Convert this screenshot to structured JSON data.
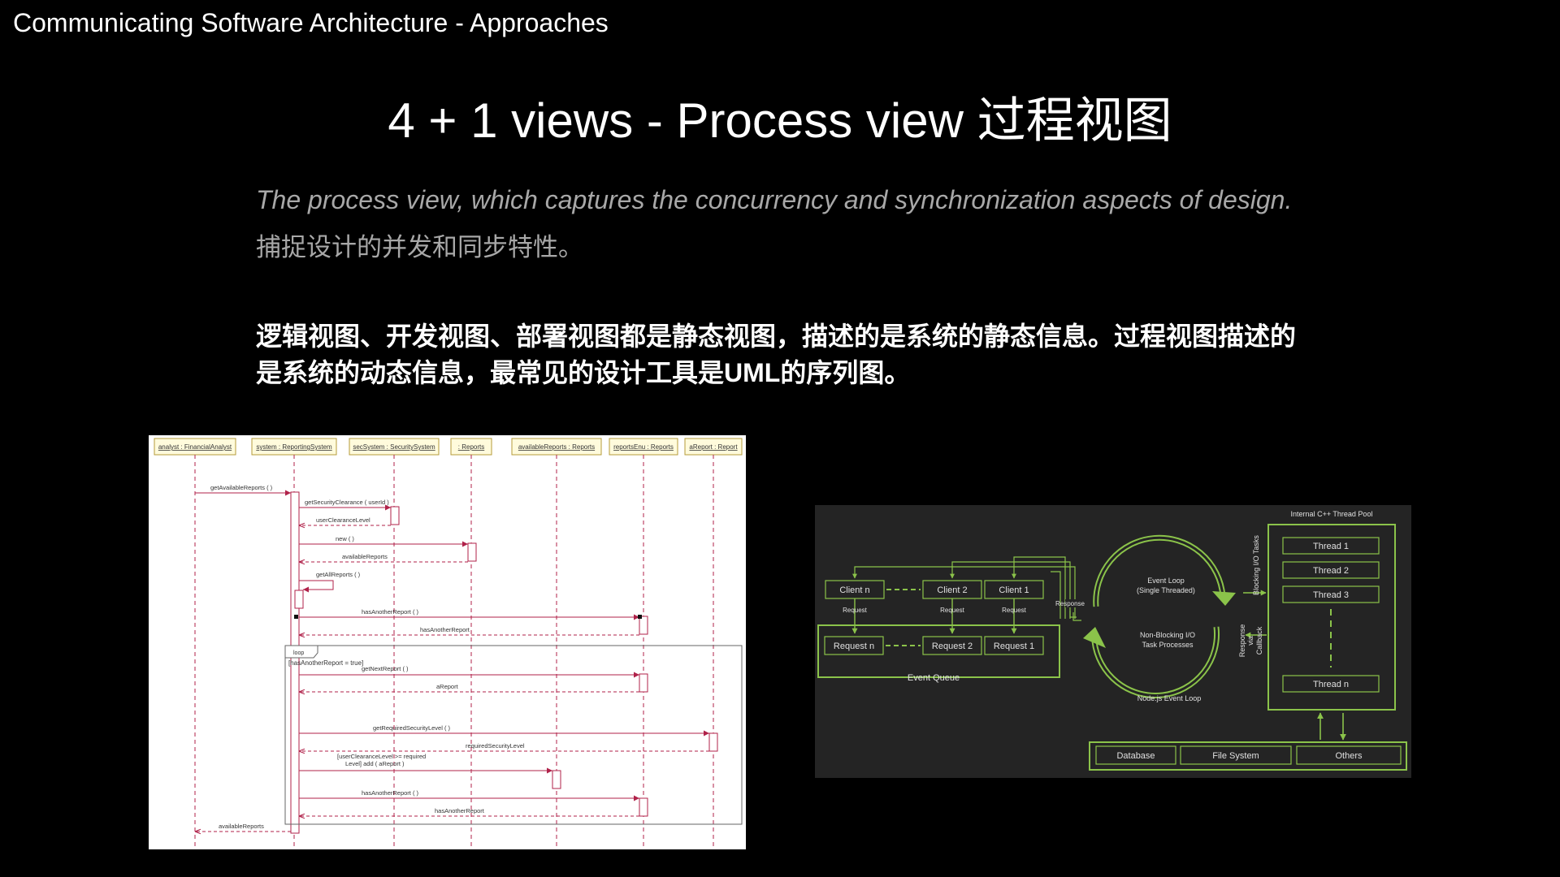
{
  "header": {
    "deck_title": "Communicating Software Architecture - Approaches"
  },
  "slide": {
    "title": "4 + 1 views - Process view 过程视图",
    "desc_en": "The process view, which captures the concurrency and synchronization aspects of design.",
    "desc_zh": "捕捉设计的并发和同步特性。",
    "paragraph_line1": "逻辑视图、开发视图、部署视图都是静态视图，描述的是系统的静态信息。过程视图描述的",
    "paragraph_line2": "是系统的动态信息，最常见的设计工具是UML的序列图。"
  },
  "sequence_diagram": {
    "lifelines": [
      "analyst : FinancialAnalyst",
      "system : ReportingSystem",
      "secSystem : SecuritySystem",
      ": Reports",
      "availableReports : Reports",
      "reportsEnu : Reports",
      "aReport : Report"
    ],
    "messages": {
      "m1": "getAvailableReports ( )",
      "m2": "getSecurityClearance ( userId )",
      "m3": "userClearanceLevel",
      "m4": "new ( )",
      "m5": "availableReports",
      "m6": "getAllReports ( )",
      "m7": "hasAnotherReport ( )",
      "m8": "hasAnotherReport",
      "loop_label": "loop",
      "guard": "[hasAnotherReport = true]",
      "m9": "getNextReport ( )",
      "m10": "aReport",
      "m11": "getRequiredSecurityLevel ( )",
      "m12": "requiredSecurityLevel",
      "m13a": "[userClearanceLevel >= required",
      "m13b": "Level] add ( aReport )",
      "m14": "hasAnotherReport ( )",
      "m15": "hasAnotherReport",
      "m16": "availableReports"
    },
    "colors": {
      "arrow": "#b0224a",
      "lifeline": "#b0224a",
      "header_fill": "#fffbdc"
    }
  },
  "event_loop_diagram": {
    "thread_pool_title": "Internal C++ Thread Pool",
    "threads": [
      "Thread 1",
      "Thread 2",
      "Thread 3",
      "Thread n"
    ],
    "blocking_label": "Blocking I/O Tasks",
    "response_via_callback_1": "Response",
    "response_via_callback_2": "via",
    "response_via_callback_3": "Callback",
    "clients": [
      "Client n",
      "Client 2",
      "Client 1"
    ],
    "request_label": "Request",
    "response_label": "Response",
    "requests": [
      "Request n",
      "Request 2",
      "Request 1"
    ],
    "event_queue": "Event Queue",
    "event_loop_1": "Event Loop",
    "event_loop_2": "(Single Threaded)",
    "non_blocking_1": "Non-Blocking I/O",
    "non_blocking_2": "Task Processes",
    "node_loop": "Node.js Event Loop",
    "resources": [
      "Database",
      "File System",
      "Others"
    ],
    "colors": {
      "accent": "#8bc34a",
      "background": "#242424"
    }
  }
}
